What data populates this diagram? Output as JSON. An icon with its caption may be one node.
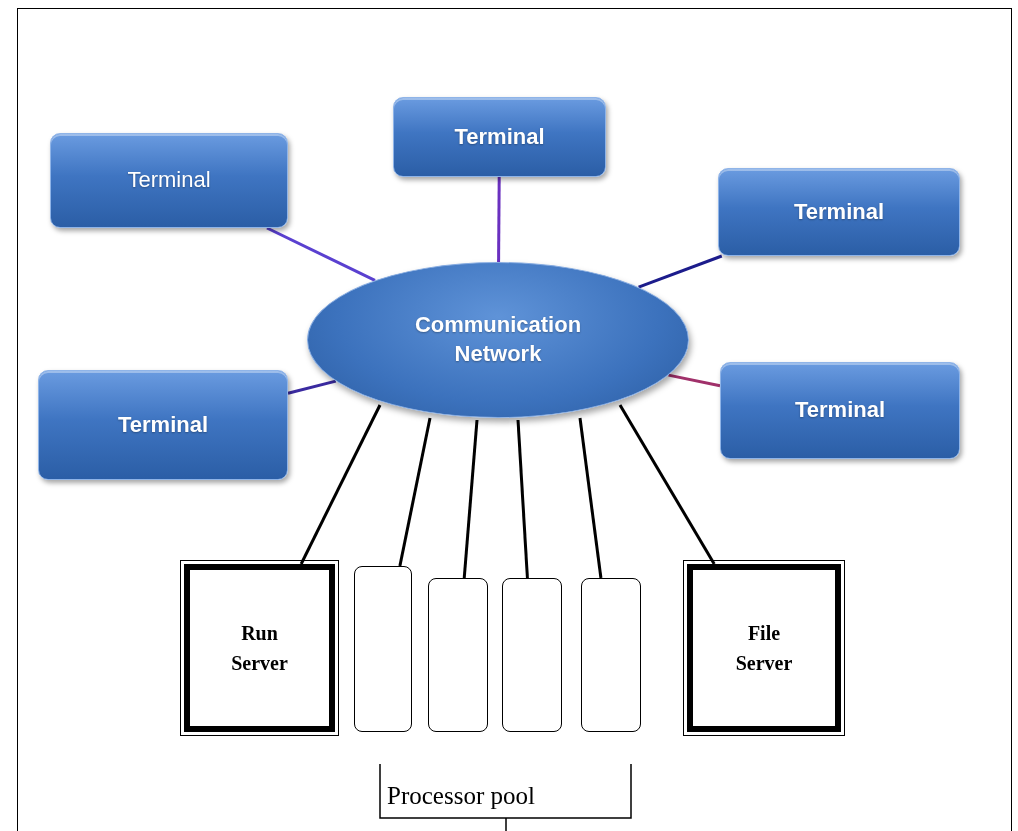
{
  "diagram": {
    "nodes": [
      {
        "text": [
          "Terminal"
        ]
      },
      {
        "text": [
          "Terminal"
        ]
      },
      {
        "text": [
          "Terminal"
        ]
      },
      {
        "text": [
          "Communication Network"
        ]
      },
      {
        "text": [
          "Terminal"
        ]
      },
      {
        "text": [
          "Terminal"
        ]
      },
      {
        "text": [
          "Run Server"
        ]
      },
      {
        "text": [],
        "shape": "box"
      },
      {
        "text": [],
        "shape": "box"
      },
      {
        "text": [],
        "shape": "box"
      },
      {
        "text": [],
        "shape": "box"
      },
      {
        "text": [
          "File Server"
        ]
      }
    ],
    "edges": [
      {
        "from": 0,
        "to": 3,
        "arrow": "none",
        "color": "#5a40d0"
      },
      {
        "from": 1,
        "to": 3,
        "arrow": "none",
        "color": "#6a30c0"
      },
      {
        "from": 2,
        "to": 3,
        "arrow": "none",
        "color": "#1c1c8c"
      },
      {
        "from": 4,
        "to": 3,
        "arrow": "none",
        "color": "#3a2aa0"
      },
      {
        "from": 5,
        "to": 3,
        "arrow": "none",
        "color": "#a0306a"
      },
      {
        "from": 3,
        "to": 6,
        "arrow": "none"
      },
      {
        "from": 3,
        "to": 7,
        "arrow": "none"
      },
      {
        "from": 3,
        "to": 8,
        "arrow": "none"
      },
      {
        "from": 3,
        "to": 9,
        "arrow": "none"
      },
      {
        "from": 3,
        "to": 10,
        "arrow": "none"
      },
      {
        "from": 3,
        "to": 11,
        "arrow": "none"
      }
    ],
    "labels": [
      "Processor pool"
    ]
  }
}
